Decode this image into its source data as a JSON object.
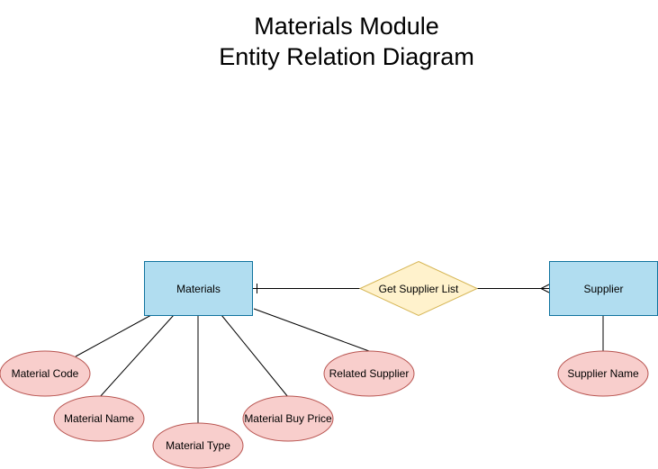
{
  "title": {
    "line1": "Materials Module",
    "line2": "Entity Relation Diagram"
  },
  "entities": {
    "materials": "Materials",
    "supplier": "Supplier"
  },
  "relationship": {
    "label": "Get Supplier List"
  },
  "attributes": {
    "material_code": "Material Code",
    "material_name": "Material Name",
    "material_type": "Material Type",
    "material_buy_price": "Material Buy Price",
    "related_supplier": "Related Supplier",
    "supplier_name": "Supplier Name"
  },
  "colors": {
    "entity_fill": "#b1ddf0",
    "entity_stroke": "#10739e",
    "relationship_fill": "#fff2cc",
    "relationship_stroke": "#d6b656",
    "attribute_fill": "#f8cecc",
    "attribute_stroke": "#b85450"
  }
}
